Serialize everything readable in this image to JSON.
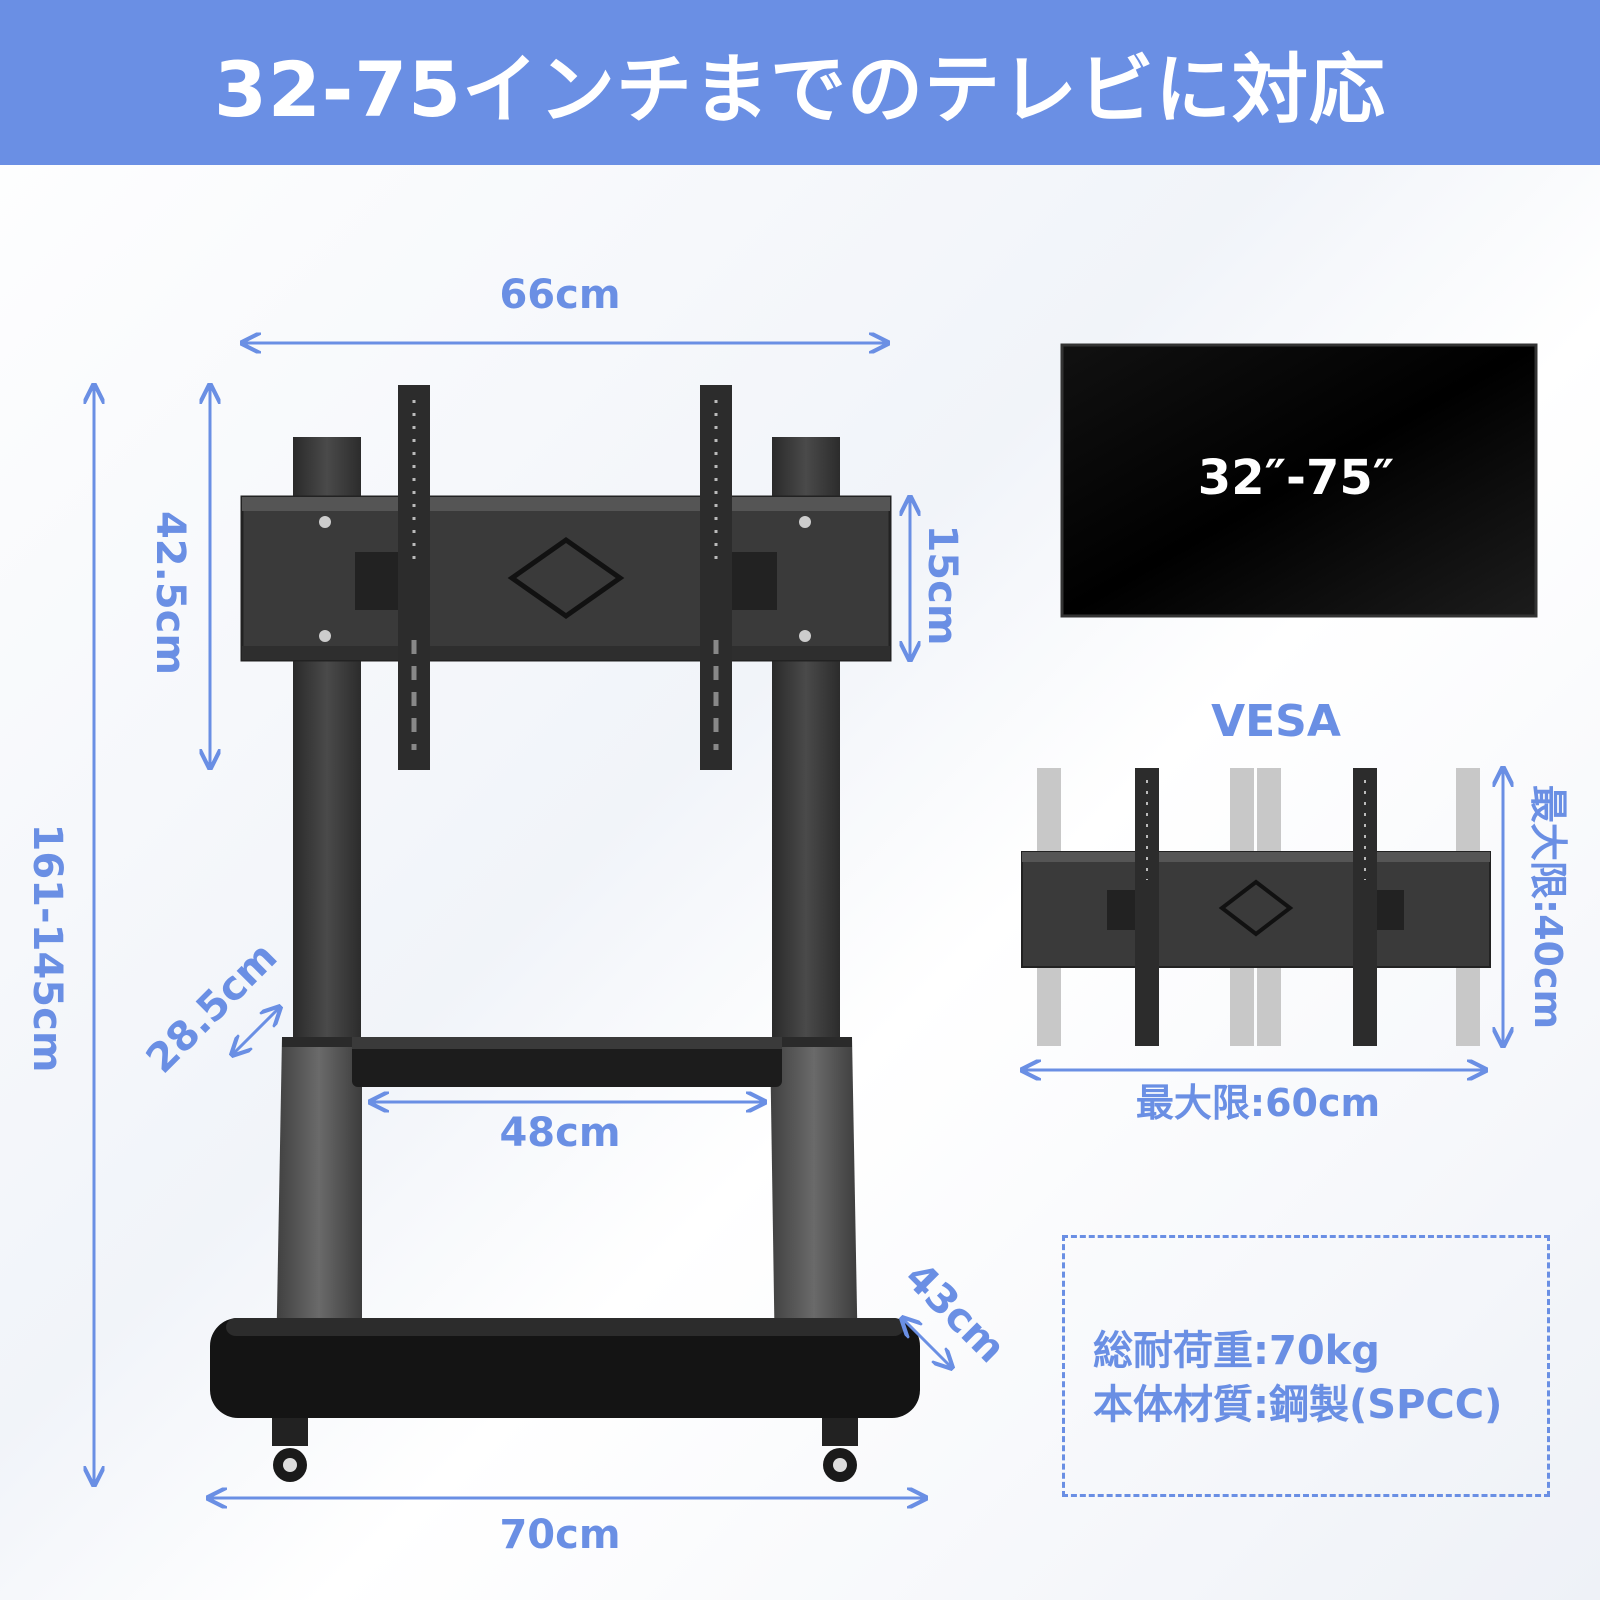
{
  "header": {
    "title": "32-75インチまでのテレビに対応"
  },
  "dimensions": {
    "top_width": "66cm",
    "total_height": "161-145cm",
    "mount_height": "42.5cm",
    "bracket_height": "15cm",
    "shelf_depth": "28.5cm",
    "shelf_width": "48cm",
    "base_depth": "43cm",
    "base_width": "70cm"
  },
  "tv": {
    "size_label": "32″-75″"
  },
  "vesa": {
    "title": "VESA",
    "max_height": "最大限:40cm",
    "max_width": "最大限:60cm"
  },
  "specs": {
    "load": "総耐荷重:70kg",
    "material": "本体材質:鋼製(SPCC)"
  },
  "colors": {
    "accent": "#6a8fe4",
    "stand": "#3a3a3a",
    "ghost": "#c8c8c8"
  }
}
